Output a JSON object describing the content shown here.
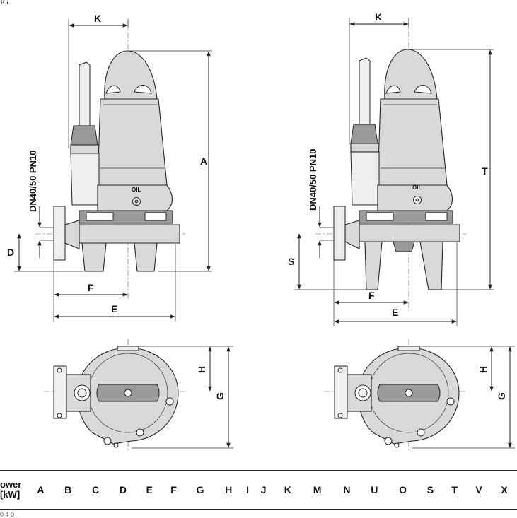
{
  "figure": {
    "fragment_top": "]:-;",
    "fragment_bottom": "0  4  0",
    "left_view": {
      "dim_k": "K",
      "dim_a": "A",
      "dim_d": "D",
      "dim_f": "F",
      "dim_e": "E",
      "flange_label": "DN40/50 PN10",
      "oil_label": "OIL",
      "dim_h": "H",
      "dim_g": "G"
    },
    "right_view": {
      "dim_k": "K",
      "dim_t": "T",
      "dim_s": "S",
      "dim_f": "F",
      "dim_e": "E",
      "flange_label": "DN40/50 PN10",
      "oil_label": "OIL",
      "dim_h": "H",
      "dim_g": "G"
    }
  },
  "table": {
    "headers": [
      "ower\n[kW]",
      "A",
      "B",
      "C",
      "D",
      "E",
      "F",
      "G",
      "H",
      "I",
      "J",
      "K",
      "M",
      "N",
      "U",
      "O",
      "S",
      "T",
      "V",
      "X"
    ]
  }
}
